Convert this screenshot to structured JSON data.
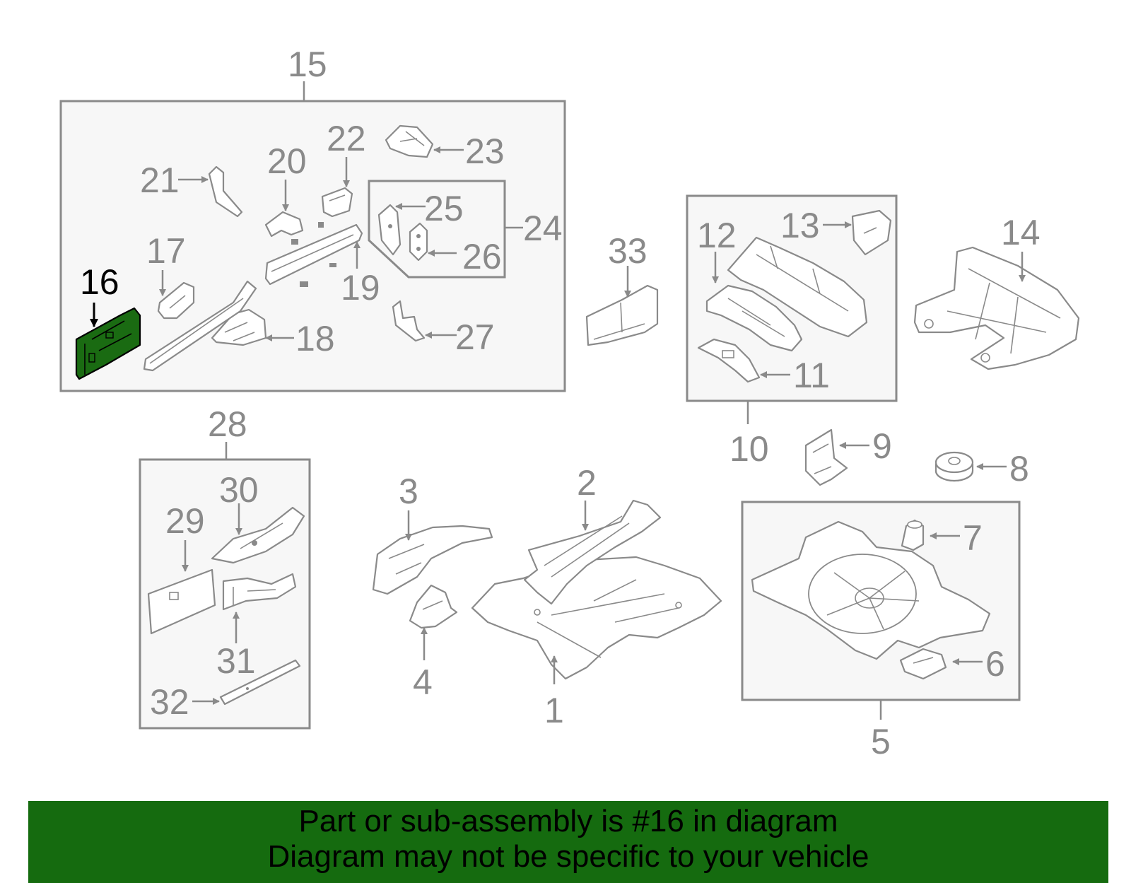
{
  "diagram": {
    "labels": {
      "p1": "1",
      "p2": "2",
      "p3": "3",
      "p4": "4",
      "p5": "5",
      "p6": "6",
      "p7": "7",
      "p8": "8",
      "p9": "9",
      "p10": "10",
      "p11": "11",
      "p12": "12",
      "p13": "13",
      "p14": "14",
      "p15": "15",
      "p16": "16",
      "p17": "17",
      "p18": "18",
      "p19": "19",
      "p20": "20",
      "p21": "21",
      "p22": "22",
      "p23": "23",
      "p24": "24",
      "p25": "25",
      "p26": "26",
      "p27": "27",
      "p28": "28",
      "p29": "29",
      "p30": "30",
      "p31": "31",
      "p32": "32",
      "p33": "33"
    },
    "highlighted_part": "16",
    "colors": {
      "highlight": "#1a6b12",
      "line": "#8a8a8a",
      "banner": "#156b0f"
    }
  },
  "banner": {
    "line1": "Part or sub-assembly is #16 in diagram",
    "line2": "Diagram may not be specific to your vehicle"
  }
}
